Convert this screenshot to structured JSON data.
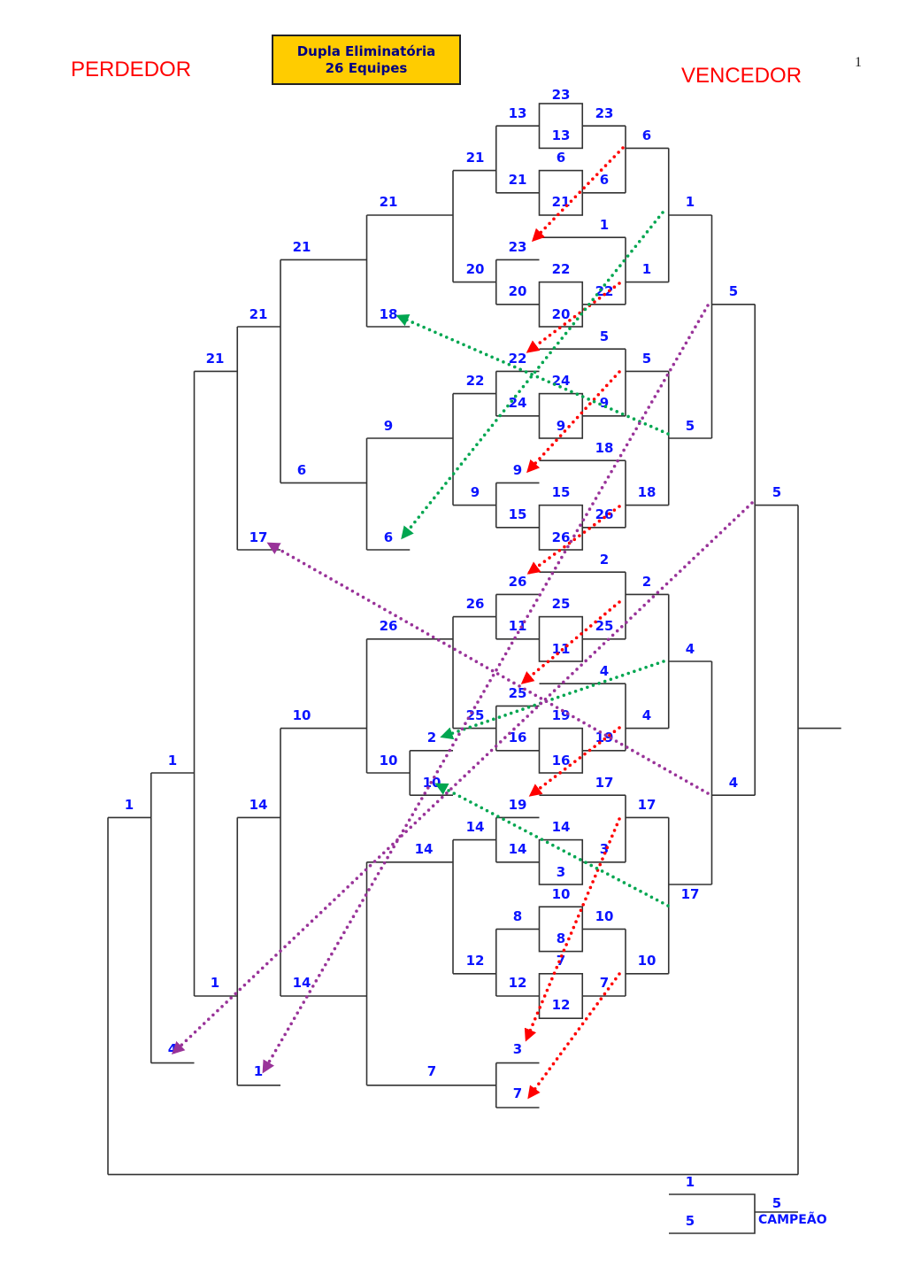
{
  "header": {
    "loser_side": "PERDEDOR",
    "winner_side": "VENCEDOR",
    "title_line1": "Dupla Eliminatória",
    "title_line2": "26 Equipes",
    "page_number": "1"
  },
  "colors": {
    "label": "#0a14ff",
    "side_title": "#ff0000",
    "title_box": "#ffcc00",
    "arrow_red": "#ff0000",
    "arrow_green": "#00a650",
    "arrow_purple": "#993399"
  },
  "bracket_labels": [
    "23",
    "13",
    "23",
    "13",
    "6",
    "21",
    "6",
    "21",
    "6",
    "21",
    "21",
    "1",
    "1",
    "21",
    "23",
    "20",
    "22",
    "1",
    "20",
    "22",
    "5",
    "21",
    "18",
    "20",
    "5",
    "21",
    "22",
    "5",
    "22",
    "24",
    "24",
    "9",
    "9",
    "9",
    "5",
    "18",
    "6",
    "9",
    "9",
    "15",
    "18",
    "5",
    "15",
    "26",
    "17",
    "6",
    "26",
    "2",
    "26",
    "2",
    "26",
    "25",
    "26",
    "11",
    "25",
    "11",
    "4",
    "4",
    "25",
    "10",
    "25",
    "19",
    "4",
    "2",
    "16",
    "19",
    "1",
    "10",
    "16",
    "10",
    "17",
    "4",
    "1",
    "14",
    "19",
    "17",
    "14",
    "14",
    "14",
    "14",
    "3",
    "3",
    "10",
    "17",
    "8",
    "10",
    "8",
    "12",
    "7",
    "10",
    "1",
    "14",
    "12",
    "7",
    "12",
    "4",
    "3",
    "1",
    "7",
    "7"
  ],
  "final": {
    "top_team": "1",
    "bottom_team": "5",
    "champion": "5",
    "champion_label": "CAMPEÃO"
  }
}
